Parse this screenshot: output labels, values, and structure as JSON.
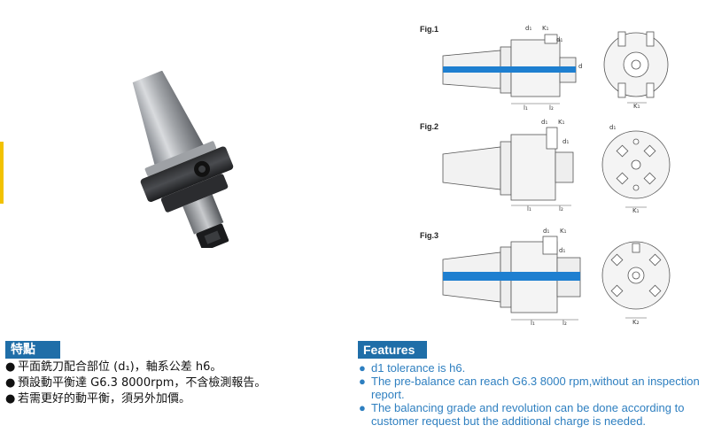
{
  "figures": [
    {
      "label": "Fig.1",
      "dims": [
        "d₁",
        "K₁",
        "d₁",
        "d",
        "l₁",
        "l₂",
        "K₁"
      ]
    },
    {
      "label": "Fig.2",
      "dims": [
        "d₁",
        "K₁",
        "d₁",
        "l₁",
        "l₂",
        "d₁",
        "K₁"
      ]
    },
    {
      "label": "Fig.3",
      "dims": [
        "d₁",
        "K₁",
        "d₁",
        "l₁",
        "l₂",
        "K₂"
      ]
    }
  ],
  "features_zh": {
    "heading": "特點",
    "bullet": "●",
    "items": [
      "平面銑刀配合部位 (d₁)，軸系公差 h6。",
      "預設動平衡達 G6.3 8000rpm，不含檢測報告。",
      "若需更好的動平衡，須另外加價。"
    ]
  },
  "features_en": {
    "heading": "Features",
    "bullet": "●",
    "items": [
      "d1 tolerance is h6.",
      "The pre-balance can reach G6.3 8000 rpm,without an inspection report.",
      "The balancing grade and revolution can be done according to customer request but the additional charge is needed."
    ]
  },
  "colors": {
    "accent": "#1f6ea8",
    "text_blue": "#2e7fc0",
    "drawing_blue": "#1e7fd0",
    "marker": "#f2c200"
  }
}
